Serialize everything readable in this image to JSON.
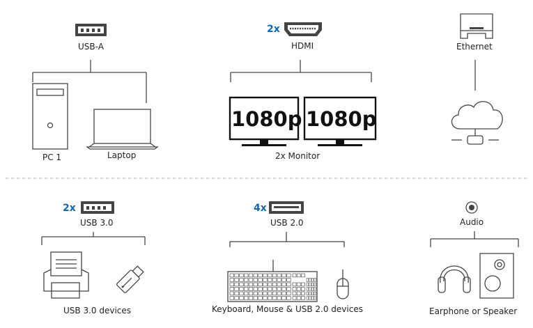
{
  "colors": {
    "accent": "#0a6bb8",
    "line": "#444444",
    "divider": "#aaaaaa"
  },
  "top": {
    "usba": {
      "icon": "usb-a-port-icon",
      "label": "USB-A",
      "pc_label": "PC 1",
      "laptop_label": "Laptop"
    },
    "hdmi": {
      "icon": "hdmi-port-icon",
      "multiplier": "2x",
      "label": "HDMI",
      "monitor_left_text": "1080p",
      "monitor_right_text": "1080p",
      "monitors_label": "2x Monitor"
    },
    "ethernet": {
      "icon": "ethernet-port-icon",
      "label": "Ethernet",
      "cloud_icon": "cloud-network-icon"
    }
  },
  "bottom": {
    "usb3": {
      "icon": "usb-3-port-icon",
      "multiplier": "2x",
      "label": "USB 3.0",
      "devices_label": "USB 3.0 devices"
    },
    "usb2": {
      "icon": "usb-2-port-icon",
      "multiplier": "4x",
      "label": "USB 2.0",
      "devices_label": "Keyboard, Mouse & USB 2.0 devices"
    },
    "audio": {
      "icon": "audio-jack-icon",
      "label": "Audio",
      "devices_label": "Earphone or Speaker"
    }
  }
}
